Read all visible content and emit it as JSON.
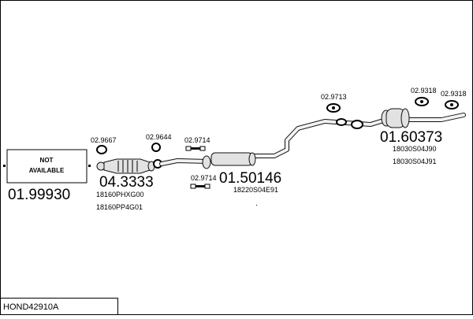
{
  "diagram": {
    "title": "HOND42910A",
    "not_available": {
      "line1": "NOT",
      "line2": "AVAILABLE",
      "number": "01.99930"
    },
    "catalyst": {
      "number": "04.3333",
      "refs": [
        "18160PHXG00",
        "18160PP4G01"
      ]
    },
    "middle_silencer": {
      "number": "01.50146",
      "refs": [
        "18220S04E91"
      ]
    },
    "rear_silencer": {
      "number": "01.60373",
      "refs": [
        "18030S04J90",
        "18030S04J91"
      ]
    },
    "fittings": {
      "gasket_a": "02.9667",
      "gasket_b": "02.9644",
      "clamp_top": "02.9714",
      "clamp_bottom": "02.9714",
      "hanger_mid": "02.9713",
      "hanger_rear_a": "02.9318",
      "hanger_rear_b": "02.9318"
    }
  }
}
